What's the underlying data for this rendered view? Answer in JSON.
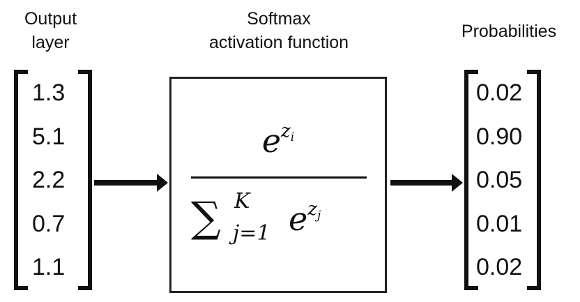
{
  "titles": {
    "output_line1": "Output",
    "output_line2": "layer",
    "softmax_line1": "Softmax",
    "softmax_line2": "activation function",
    "probabilities": "Probabilities"
  },
  "output_values": [
    "1.3",
    "5.1",
    "2.2",
    "0.7",
    "1.1"
  ],
  "probabilities": [
    "0.02",
    "0.90",
    "0.05",
    "0.01",
    "0.02"
  ],
  "formula": {
    "numerator_base": "e",
    "numerator_exp": "z",
    "numerator_sub": "i",
    "sum_symbol": "∑",
    "sum_upper": "K",
    "sum_lower": "j=1",
    "denominator_base": "e",
    "denominator_exp": "z",
    "denominator_sub": "j"
  }
}
